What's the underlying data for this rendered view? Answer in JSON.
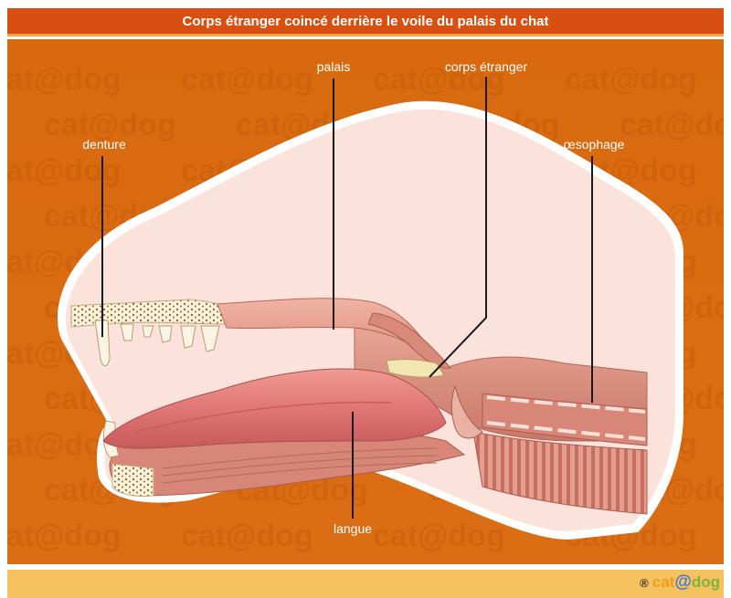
{
  "header": {
    "title": "Corps étranger coincé derrière le voile du palais du chat"
  },
  "labels": {
    "denture": "denture",
    "palais": "palais",
    "corps_etranger": "corps étranger",
    "oesophage": "œsophage",
    "langue": "langue"
  },
  "watermark": {
    "text": "cat@dog"
  },
  "footer": {
    "logo": {
      "reg": "®",
      "cat": "cat",
      "at": "@",
      "dog": "dog"
    }
  },
  "colors": {
    "background_orange": "#d96a10",
    "title_bar": "#d94f0f",
    "footer_bar": "#f6c15f",
    "head_skin": "#fbe3dc",
    "tongue": "#e07676"
  }
}
